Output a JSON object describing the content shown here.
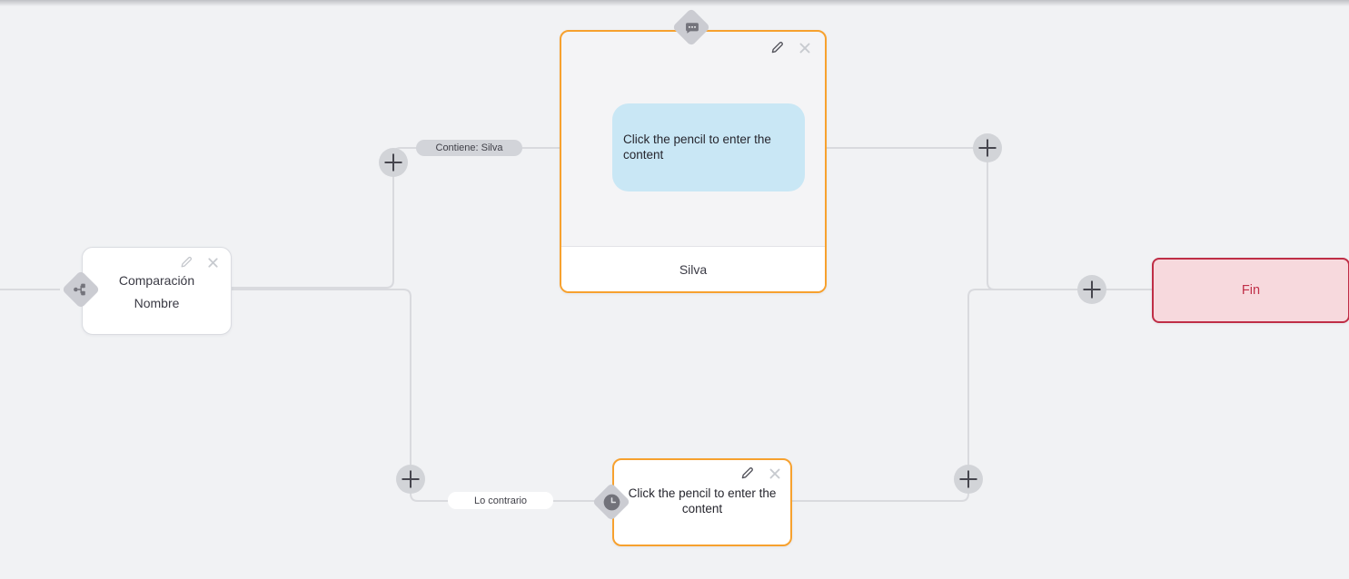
{
  "canvas": {
    "type": "chatbot-flow-editor"
  },
  "colors": {
    "canvas_bg": "#f1f2f4",
    "edge_line": "#d9dade",
    "accent_orange": "#f7a12e",
    "end_border": "#bf2e46",
    "end_bg": "#f7d9dd",
    "bubble_blue": "#c9e7f5",
    "port_gray": "#cbccd2",
    "plus_bg": "#d2d4d8",
    "label_gray_bg": "#d2d4d9",
    "label_white_bg": "#ffffff"
  },
  "icons": {
    "condition_port": "branch-icon",
    "message_port": "chat-bubble-icon",
    "delay_port": "clock-icon",
    "edit": "pencil-icon",
    "delete": "close-icon",
    "add": "plus-icon"
  },
  "nodes": {
    "condition": {
      "title_line1": "Comparación",
      "title_line2": "Nombre"
    },
    "message": {
      "bubble_text": "Click the pencil to enter the content",
      "footer_text": "Silva"
    },
    "delay": {
      "text": "Click the pencil to enter the content"
    },
    "end": {
      "label": "Fin"
    }
  },
  "edges": {
    "labels": [
      {
        "text": "Contiene: Silva",
        "style": "gray"
      },
      {
        "text": "Lo contrario",
        "style": "white"
      }
    ]
  }
}
